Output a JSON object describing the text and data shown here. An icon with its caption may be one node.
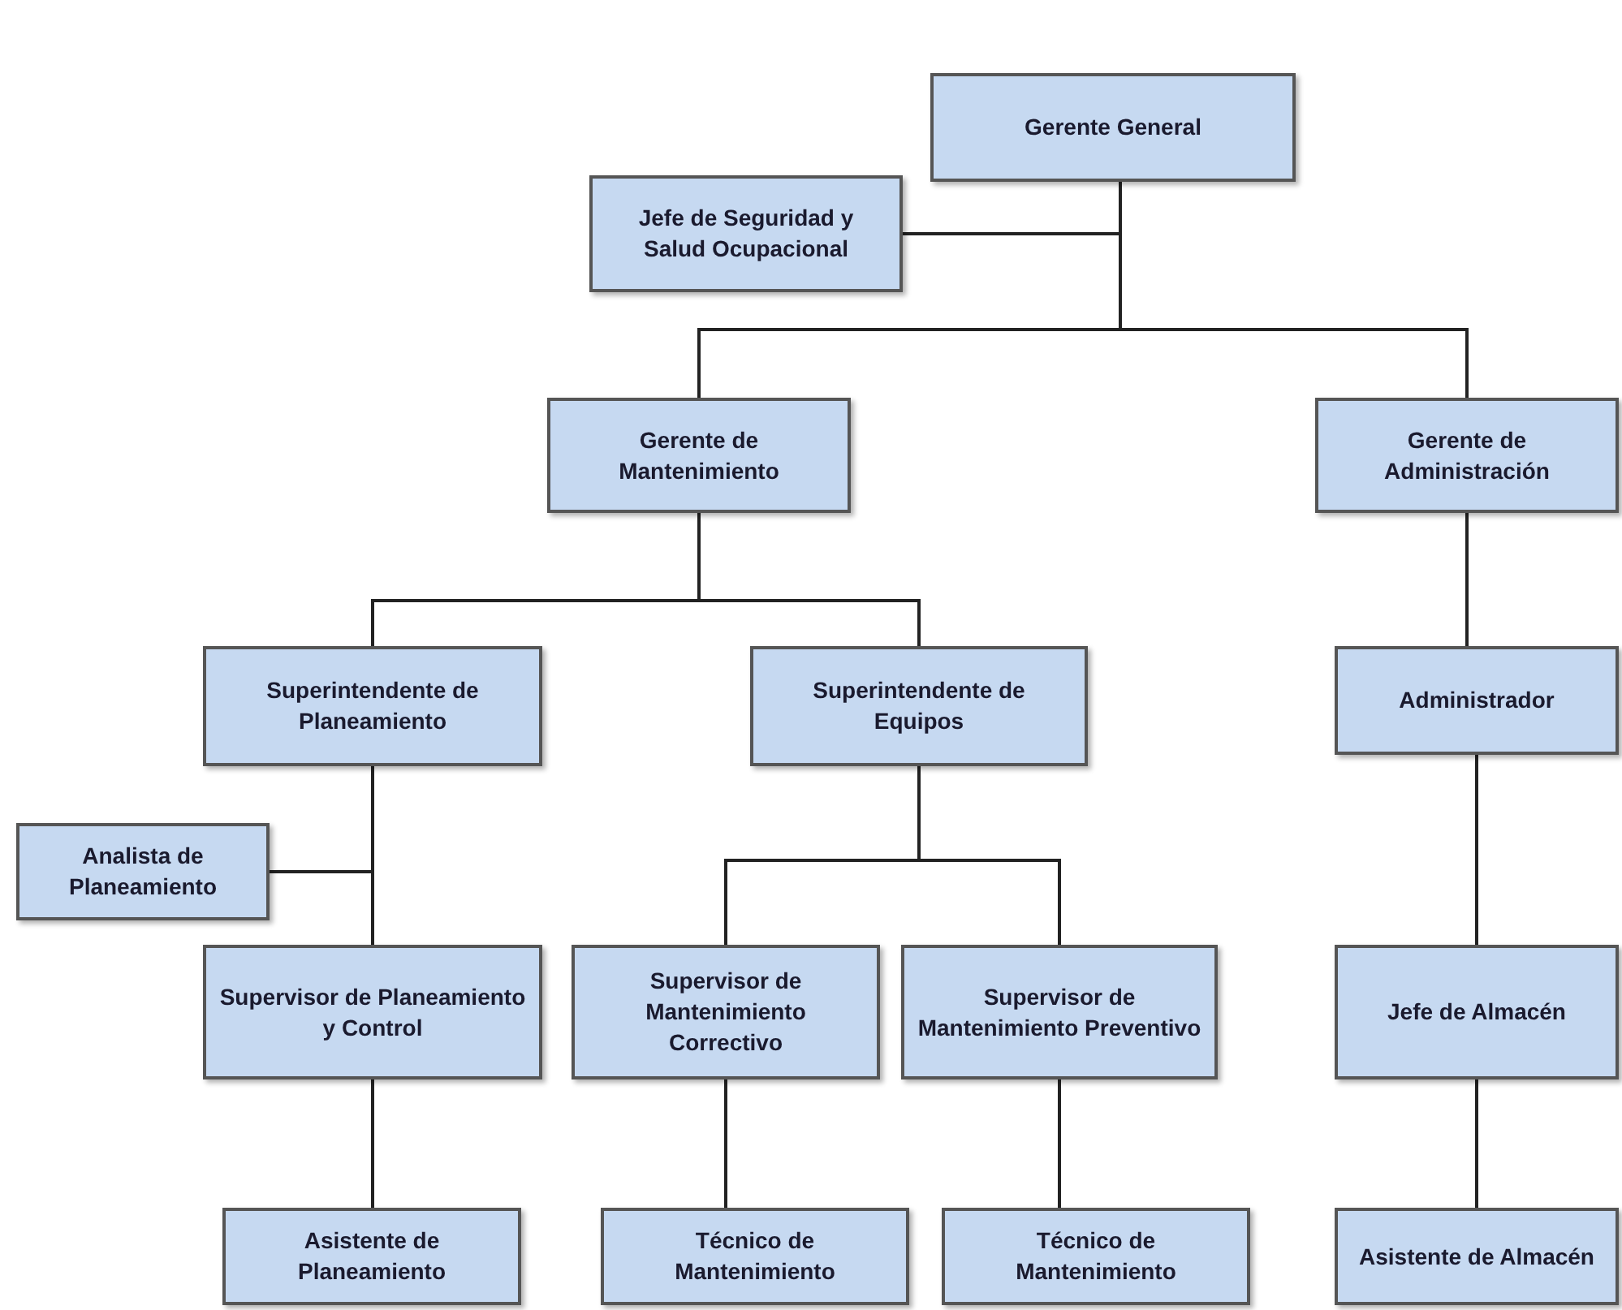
{
  "diagram": {
    "nodes": [
      {
        "text": [
          "Gerente General"
        ]
      },
      {
        "text": [
          "Jefe de Seguridad y Salud Ocupacional"
        ]
      },
      {
        "text": [
          "Gerente de Mantenimiento"
        ]
      },
      {
        "text": [
          "Gerente de Administración"
        ]
      },
      {
        "text": [
          "Superintendente de Planeamiento"
        ]
      },
      {
        "text": [
          "Superintendente de Equipos"
        ]
      },
      {
        "text": [
          "Administrador"
        ]
      },
      {
        "text": [
          "Analista de Planeamiento"
        ]
      },
      {
        "text": [
          "Supervisor de Planeamiento y Control"
        ]
      },
      {
        "text": [
          "Supervisor de Mantenimiento Correctivo"
        ]
      },
      {
        "text": [
          "Supervisor de Mantenimiento Preventivo"
        ]
      },
      {
        "text": [
          "Jefe de Almacén"
        ]
      },
      {
        "text": [
          "Asistente de Planeamiento"
        ]
      },
      {
        "text": [
          "Técnico de Mantenimiento"
        ]
      },
      {
        "text": [
          "Técnico de Mantenimiento"
        ]
      },
      {
        "text": [
          "Asistente de Almacén"
        ]
      }
    ],
    "edges": [
      {
        "from": 0,
        "to": 1,
        "arrow": "none"
      },
      {
        "from": 0,
        "to": 2,
        "arrow": "none"
      },
      {
        "from": 0,
        "to": 3,
        "arrow": "none"
      },
      {
        "from": 2,
        "to": 4,
        "arrow": "none"
      },
      {
        "from": 2,
        "to": 5,
        "arrow": "none"
      },
      {
        "from": 3,
        "to": 6,
        "arrow": "none"
      },
      {
        "from": 4,
        "to": 7,
        "arrow": "none"
      },
      {
        "from": 4,
        "to": 8,
        "arrow": "none"
      },
      {
        "from": 5,
        "to": 9,
        "arrow": "none"
      },
      {
        "from": 5,
        "to": 10,
        "arrow": "none"
      },
      {
        "from": 6,
        "to": 11,
        "arrow": "none"
      },
      {
        "from": 8,
        "to": 12,
        "arrow": "none"
      },
      {
        "from": 9,
        "to": 13,
        "arrow": "none"
      },
      {
        "from": 10,
        "to": 14,
        "arrow": "none"
      },
      {
        "from": 11,
        "to": 15,
        "arrow": "none"
      }
    ]
  }
}
